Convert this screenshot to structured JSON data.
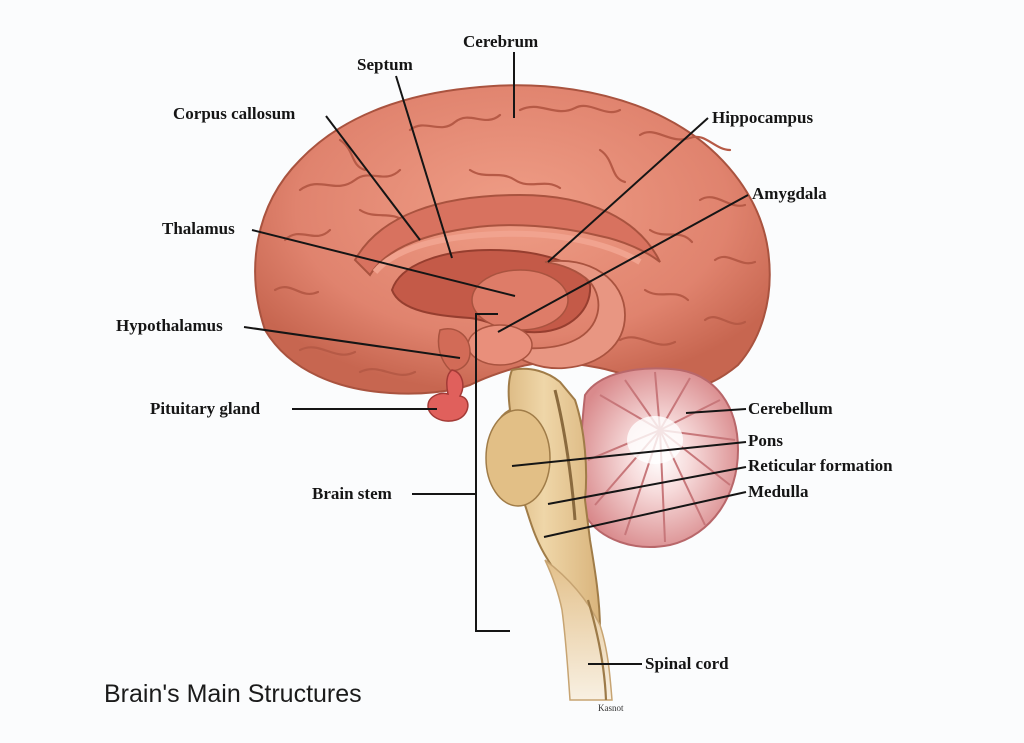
{
  "title": "Brain's Main Structures",
  "signature": "Kasnot",
  "labels": {
    "cerebrum": "Cerebrum",
    "septum": "Septum",
    "corpus_callosum": "Corpus callosum",
    "hippocampus": "Hippocampus",
    "amygdala": "Amygdala",
    "thalamus": "Thalamus",
    "hypothalamus": "Hypothalamus",
    "pituitary_gland": "Pituitary gland",
    "cerebellum": "Cerebellum",
    "pons": "Pons",
    "reticular_formation": "Reticular formation",
    "medulla": "Medulla",
    "brain_stem": "Brain stem",
    "spinal_cord": "Spinal cord"
  },
  "colors": {
    "cerebrum": "#e0836e",
    "cerebrum_dark": "#b85848",
    "cerebellum": "#e8a7a8",
    "brainstem": "#e6c796",
    "leader_line": "#151515"
  }
}
